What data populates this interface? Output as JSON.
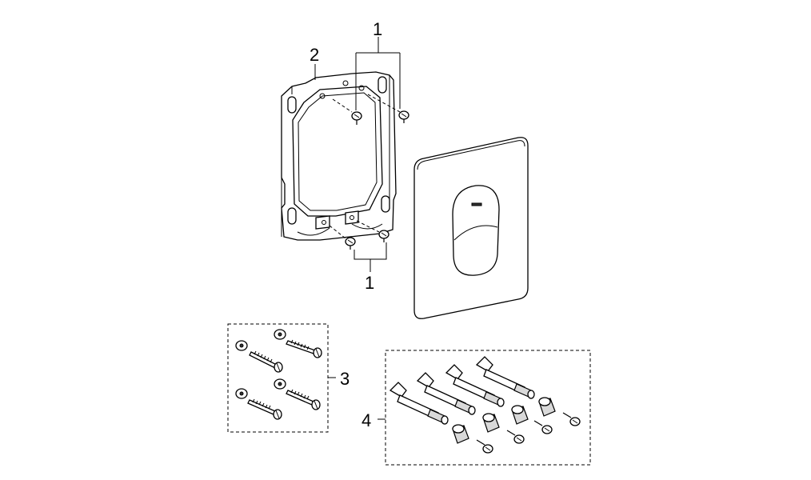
{
  "callouts": {
    "screws_top": "1",
    "frame": "2",
    "screws_bottom": "1",
    "anchor_screw_set": "3",
    "extension_set": "4"
  }
}
